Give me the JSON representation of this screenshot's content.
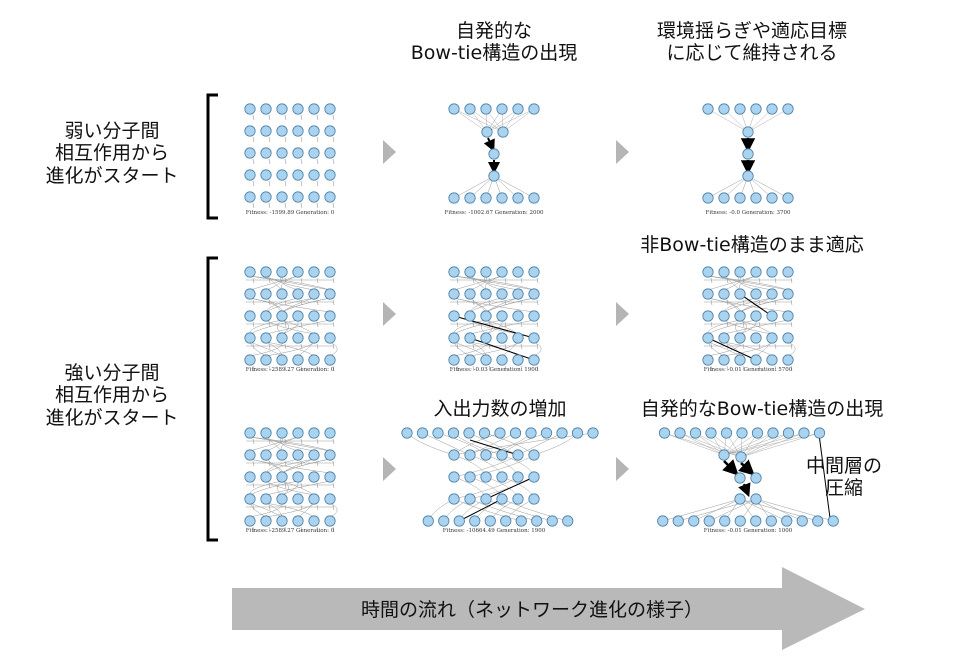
{
  "group_weak": {
    "label_lines": [
      "弱い分子間",
      "相互作用から",
      "進化がスタート"
    ],
    "headers": {
      "col2": [
        "自発的な",
        "Bow-tie構造の出現"
      ],
      "col3": [
        "環境揺らぎや適応目標",
        "に応じて維持される"
      ]
    },
    "captions": {
      "col1": "Fitness: -1599.89   Generation: 0",
      "col2": "Fitness: -1002.67   Generation: 2000",
      "col3": "Fitness: -0.0   Generation: 3700"
    }
  },
  "group_strong": {
    "label_lines": [
      "強い分子間",
      "相互作用から",
      "進化がスタート"
    ],
    "row1": {
      "header_col3": "非Bow-tie構造のまま適応",
      "captions": {
        "col1": "Fitness: -2589.27   Generation: 0",
        "col2": "Fitness: -0.03   Generation: 1900",
        "col3": "Fitness: -0.01   Generation: 5700"
      }
    },
    "row2": {
      "header_col2": "入出力数の増加",
      "header_col3": "自発的なBow-tie構造の出現",
      "side_note": [
        "中間層の",
        "圧縮"
      ],
      "captions": {
        "col1": "Fitness: -2589.27   Generation: 0",
        "col2": "Fitness: -10664.49   Generation: 1900",
        "col3": "Fitness: -0.01   Generation: 1000"
      }
    }
  },
  "time_arrow": {
    "label": "時間の流れ（ネットワーク進化の様子）"
  },
  "colors": {
    "node_fill": "#a9d3ef",
    "node_stroke": "#4a7ea6",
    "edge": "#999999",
    "strong_edge": "#000000",
    "chevron": "#b5b5b5",
    "arrow": "#b9b9b9",
    "bracket": "#000000"
  }
}
